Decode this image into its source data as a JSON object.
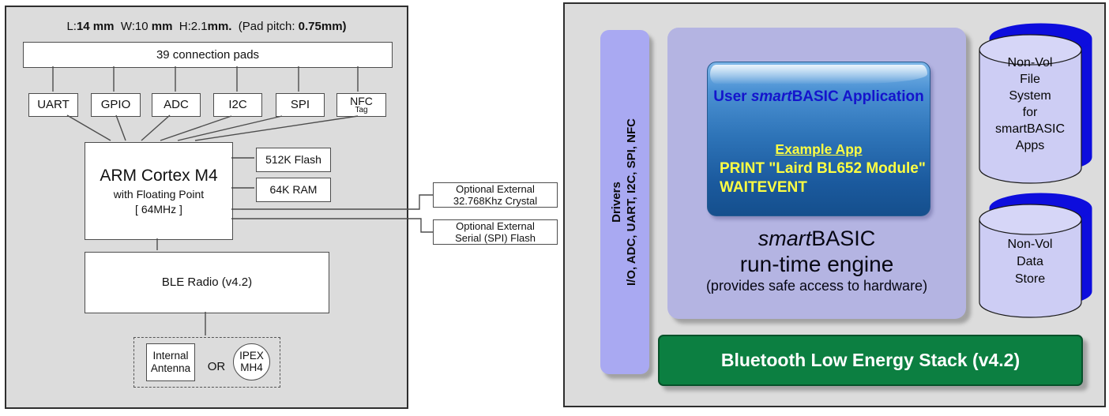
{
  "colors": {
    "green": "#0c7f41",
    "purple": "#b4b4e2",
    "periwinkle": "#a9a9f2",
    "appblue": "#1414cc",
    "codeyellow": "#ffff42",
    "cylfill": "#cdcdf4",
    "cylshadow": "#0d0ddd"
  },
  "left_panel": {
    "title_segments": [
      {
        "t": "L:"
      },
      {
        "t": "14 mm",
        "b": true
      },
      {
        "t": "  W:10 "
      },
      {
        "t": "mm",
        "b": true
      },
      {
        "t": "  H:2.1"
      },
      {
        "t": "mm.",
        "b": true
      },
      {
        "t": "  (Pad pitch: "
      },
      {
        "t": "0.75mm)",
        "b": true
      }
    ],
    "pads_label": "39 connection pads",
    "peripherals": [
      "UART",
      "GPIO",
      "ADC",
      "I2C",
      "SPI"
    ],
    "nfc": {
      "line1": "NFC",
      "line2": "Tag"
    },
    "cpu": {
      "line1": "ARM Cortex M4",
      "line2": "with Floating Point",
      "line3": "[ 64MHz ]"
    },
    "flash_label": "512K Flash",
    "ram_label": "64K RAM",
    "radio_label": "BLE Radio (v4.2)",
    "antenna": {
      "internal_line1": "Internal",
      "internal_line2": "Antenna",
      "or_label": "OR",
      "ipex_line1": "IPEX",
      "ipex_line2": "MH4"
    },
    "external": {
      "crystal_line1": "Optional External",
      "crystal_line2": "32.768Khz Crystal",
      "flash_line1": "Optional External",
      "flash_line2": "Serial (SPI) Flash"
    }
  },
  "right_panel": {
    "drivers_bar": {
      "line1": "Drivers",
      "line2": "I/O, ADC, UART, I2C, SPI, NFC"
    },
    "app_box": {
      "title_segments": [
        {
          "t": "User "
        },
        {
          "t": "smart",
          "i": true
        },
        {
          "t": "BASIC Application"
        }
      ],
      "example_heading": "Example App",
      "code_line1": "PRINT \"Laird BL652 Module\"",
      "code_line2": "WAITEVENT"
    },
    "engine": {
      "title_segments": [
        {
          "t": "smart",
          "i": true
        },
        {
          "t": "BASIC"
        }
      ],
      "subtitle": "run-time engine",
      "note": "(provides safe access to hardware)"
    },
    "ble_stack_label": "Bluetooth Low Energy Stack (v4.2)",
    "cylinders": [
      {
        "lines": [
          "Non-Vol",
          "File",
          "System",
          "for",
          "smartBASIC",
          "Apps"
        ]
      },
      {
        "lines": [
          "Non-Vol",
          "Data",
          "Store"
        ]
      }
    ]
  }
}
